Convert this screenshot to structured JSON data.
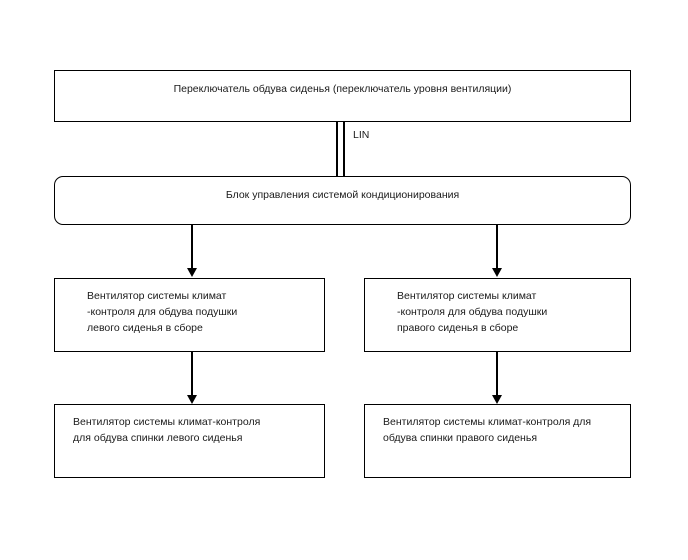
{
  "diagram": {
    "title_text": "Переключатель обдува сиденья (переключатель уровня вентиляции)",
    "nodes": {
      "switch": {
        "label": "Переключатель обдува сиденья (переключатель уровня вентиляции)"
      },
      "control_unit": {
        "label": "Блок управления системой кондиционирования"
      },
      "left_cushion_fan": {
        "label": "Вентилятор системы климат\n-контроля для обдува подушки\nлевого сиденья в сборе"
      },
      "right_cushion_fan": {
        "label": "Вентилятор системы климат\n-контроля для обдува подушки\nправого сиденья в сборе"
      },
      "left_back_fan": {
        "label": "Вентилятор системы климат-контроля\nдля обдува спинки левого сиденья"
      },
      "right_back_fan": {
        "label": "Вентилятор системы климат-контроля для\nобдува спинки правого сиденья"
      }
    },
    "connectors": {
      "lin_bus_label": "LIN"
    },
    "colors": {
      "background": "#ffffff",
      "stroke": "#000000",
      "text": "#1a1a1a"
    }
  }
}
